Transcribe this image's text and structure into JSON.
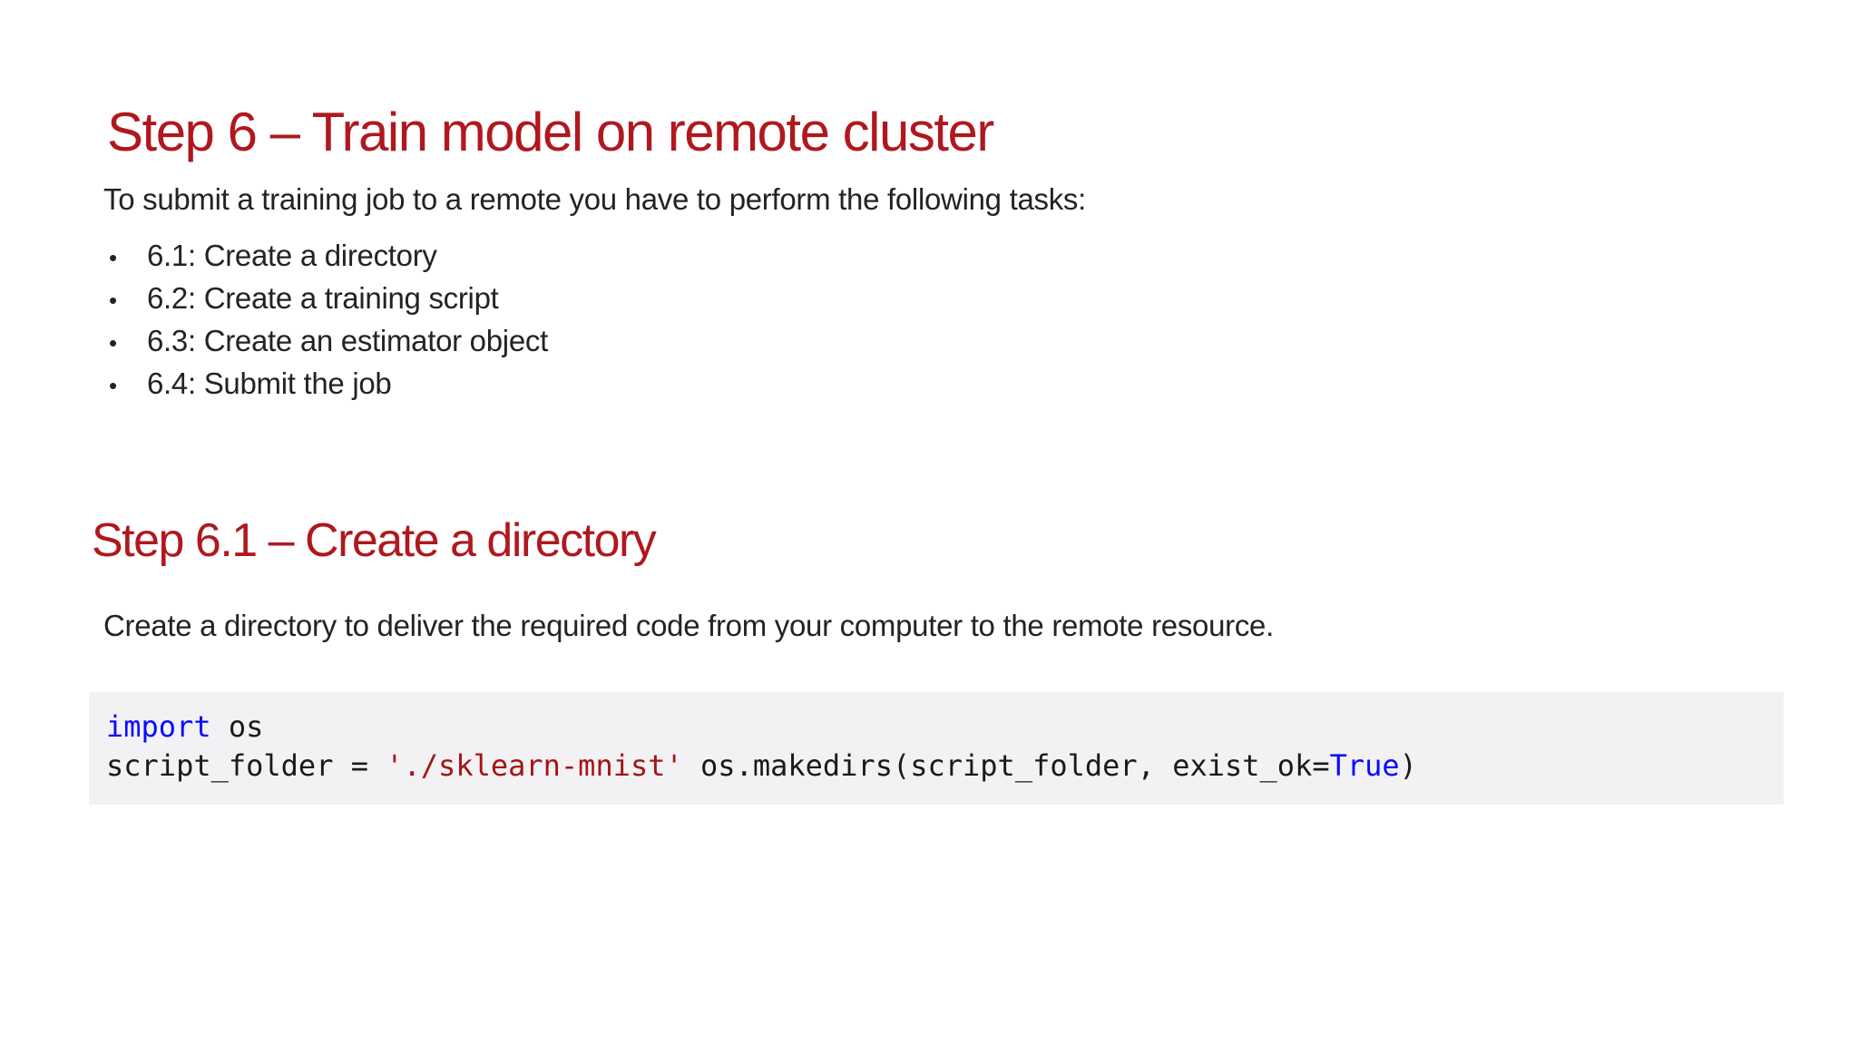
{
  "section1": {
    "title": "Step 6 – Train model on remote cluster",
    "intro": "To submit a training job to a remote you have to perform the following tasks:",
    "bullet_char": "•",
    "bullets": [
      "6.1: Create a directory",
      "6.2: Create a training script",
      "6.3: Create an estimator object",
      "6.4: Submit the job"
    ]
  },
  "section2": {
    "title": "Step 6.1 – Create a directory",
    "body": "Create a directory to deliver the required code from your computer to the remote resource."
  },
  "code": {
    "line1": {
      "kw": "import",
      "rest": " os"
    },
    "line2": {
      "p1": "script_folder = ",
      "str": "'./sklearn-mnist'",
      "p2": " os.makedirs(script_folder, exist_ok=",
      "kw": "True",
      "p3": ")"
    }
  },
  "colors": {
    "heading_red": "#B0181E",
    "code_background": "#F2F1F4",
    "code_keyword_blue": "#0A0AFF",
    "code_string_red": "#A31515",
    "body_text": "#232323"
  }
}
